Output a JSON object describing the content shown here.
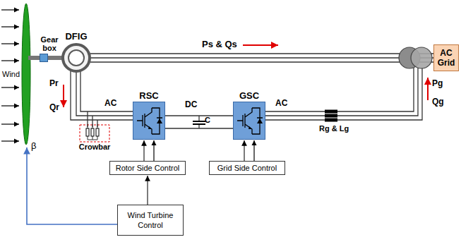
{
  "diagram": {
    "nodes": [
      {
        "text": [
          "Gear box"
        ]
      },
      {
        "text": [
          "DFIG"
        ]
      },
      {
        "text": [
          "RSC"
        ]
      },
      {
        "text": [
          "GSC"
        ]
      },
      {
        "text": [
          "AC Grid"
        ]
      },
      {
        "text": [
          "Crowbar"
        ]
      },
      {
        "text": [
          "Rotor Side Control"
        ]
      },
      {
        "text": [
          "Grid Side Control"
        ]
      },
      {
        "text": [
          "Wind Turbine Control"
        ]
      }
    ],
    "edges": [
      {
        "from": 0,
        "to": 1,
        "arrow": "none"
      },
      {
        "from": 1,
        "to": 2,
        "arrow": "none",
        "label": "AC"
      },
      {
        "from": 2,
        "to": 3,
        "arrow": "none",
        "label": "DC"
      },
      {
        "from": 1,
        "to": 4,
        "arrow": "none"
      },
      {
        "from": 6,
        "to": 2,
        "arrow": "to"
      },
      {
        "from": 7,
        "to": 3,
        "arrow": "to"
      },
      {
        "from": 8,
        "to": 6,
        "arrow": "to"
      }
    ],
    "labels": [
      "Wind",
      "Ps & Qs",
      "Pr",
      "Qr",
      "AC",
      "C",
      "Pg",
      "Qg",
      "Rg & Lg",
      "β"
    ]
  }
}
